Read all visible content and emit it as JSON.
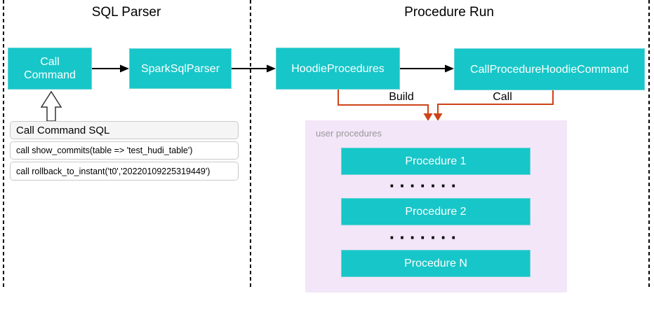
{
  "titles": {
    "left_section": "SQL Parser",
    "right_section": "Procedure Run"
  },
  "nodes": {
    "call_command": {
      "label": "Call Command"
    },
    "spark_sql_parser": {
      "label": "SparkSqlParser"
    },
    "hoodie_procedures": {
      "label": "HoodieProcedures"
    },
    "call_procedure_hoodie_command": {
      "label": "CallProcedureHoodieCommand"
    }
  },
  "edges": {
    "build_label": "Build",
    "call_label": "Call"
  },
  "sql_table": {
    "header": "Call Command SQL",
    "rows": [
      "call show_commits(table => 'test_hudi_table')",
      "call rollback_to_instant('t0','20220109225319449')"
    ]
  },
  "user_procedures": {
    "label": "user procedures",
    "items": [
      "Procedure 1",
      "Procedure 2",
      "Procedure N"
    ],
    "ellipsis": "·······"
  },
  "colors": {
    "node_fill": "#17C6C8",
    "panel_purple": "#F3E6F8",
    "connector_orange": "#CE4318",
    "arrow_black": "#000000"
  }
}
